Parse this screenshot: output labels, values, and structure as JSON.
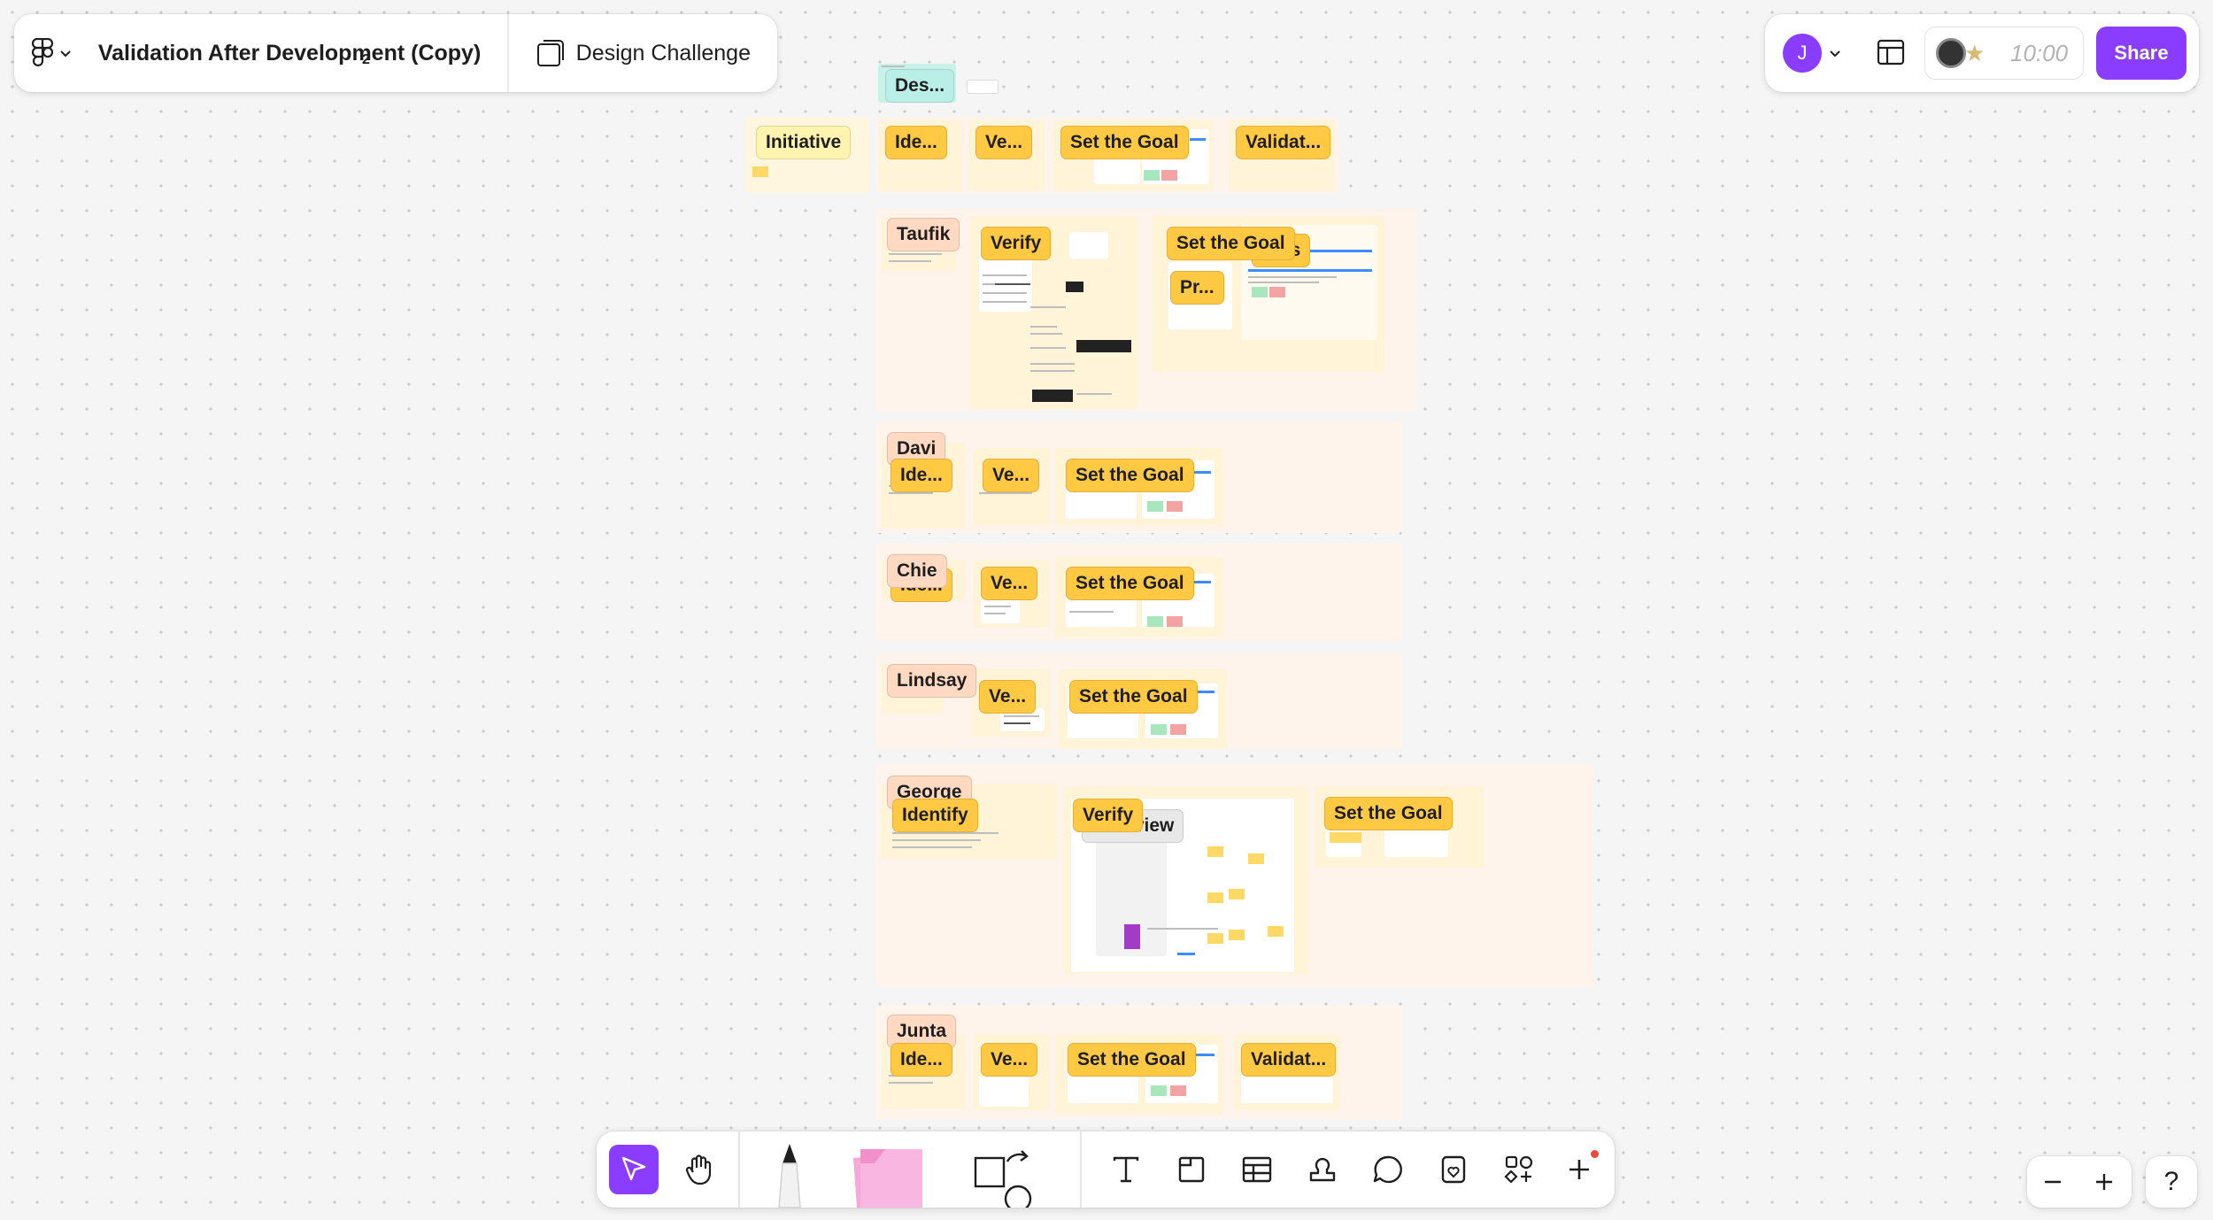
{
  "file": {
    "title": "Validation After Development (Copy)",
    "page_number": "2",
    "page_name": "Design Challenge"
  },
  "header": {
    "avatar_initial": "J",
    "timer": "10:00",
    "share_label": "Share"
  },
  "board": {
    "top_label": "Des...",
    "initiative_row": {
      "label": "Initiative",
      "stages": [
        "Ide...",
        "Ve...",
        "Set the Goal",
        "Validat..."
      ]
    },
    "taufik": {
      "name": "Taufik",
      "verify": "Verify",
      "set_goal": "Set the Goal",
      "metrics": "trics",
      "pr": "Pr..."
    },
    "davi": {
      "name": "Davi",
      "identify": "Ide...",
      "verify": "Ve...",
      "set_goal": "Set the Goal"
    },
    "chie": {
      "name": "Chie",
      "identify": "Ide...",
      "verify": "Ve...",
      "set_goal": "Set the Goal"
    },
    "lindsay": {
      "name": "Lindsay",
      "verify": "Ve...",
      "set_goal": "Set the Goal"
    },
    "george": {
      "name": "George",
      "identify": "Identify",
      "verify": "Verify",
      "overview": "Overview",
      "set_goal": "Set the Goal"
    },
    "junta": {
      "name": "Junta",
      "identify": "Ide...",
      "verify": "Ve...",
      "set_goal": "Set the Goal",
      "validate": "Validat..."
    }
  },
  "toolbar": {
    "tools": [
      "move-tool",
      "hand-tool",
      "pen-tool",
      "sticky-note-tool",
      "shape-tool",
      "connector-tool",
      "text-tool",
      "section-tool",
      "table-tool",
      "stamp-tool",
      "comment-tool",
      "widget-tool",
      "component-tool",
      "more-tool"
    ]
  },
  "colors": {
    "accent": "#8b3dff",
    "sticky_yellow": "#ffc943",
    "sticky_peach": "#ffd9c2",
    "sticky_mint": "#b9efe6",
    "section_bg": "#fff4ec"
  }
}
